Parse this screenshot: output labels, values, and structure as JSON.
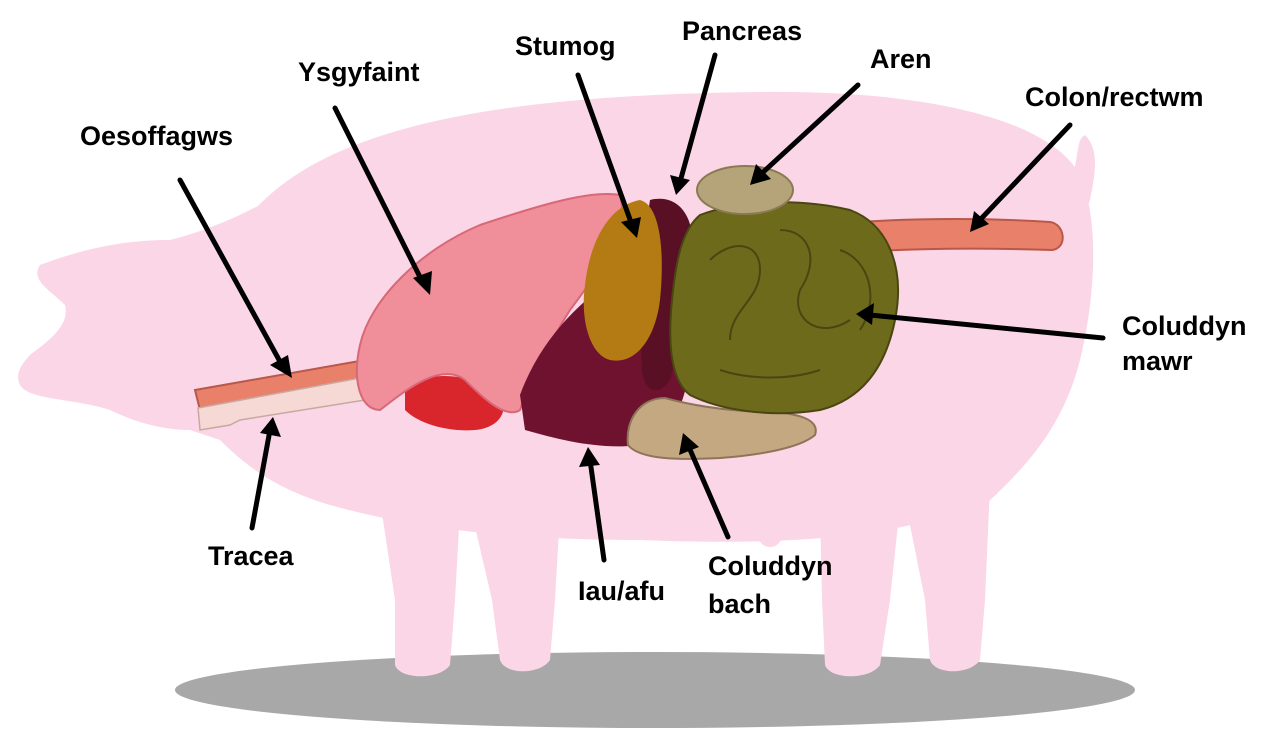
{
  "colors": {
    "pig_body": "#fbd6e6",
    "shadow": "#a8a8a8",
    "oesophagus": "#e8806a",
    "trachea": "#f6d8d4",
    "lung": "#f08e9a",
    "heart": "#d8262c",
    "stomach": "#b47a14",
    "liver": "#6e1230",
    "pancreas": "#5a1024",
    "kidney": "#b5a47a",
    "large_intestine": "#6e6a1c",
    "small_intestine": "#c4a882",
    "colon_rectum": "#e8806a",
    "arrows": "#000000"
  },
  "labels": {
    "oesophagus": "Oesoffagws",
    "lungs": "Ysgyfaint",
    "stomach": "Stumog",
    "pancreas": "Pancreas",
    "kidney": "Aren",
    "colon_rectum": "Colon/rectwm",
    "large_intestine_line1": "Coluddyn",
    "large_intestine_line2": "mawr",
    "trachea": "Tracea",
    "liver": "Iau/afu",
    "small_intestine_line1": "Coluddyn",
    "small_intestine_line2": "bach"
  }
}
